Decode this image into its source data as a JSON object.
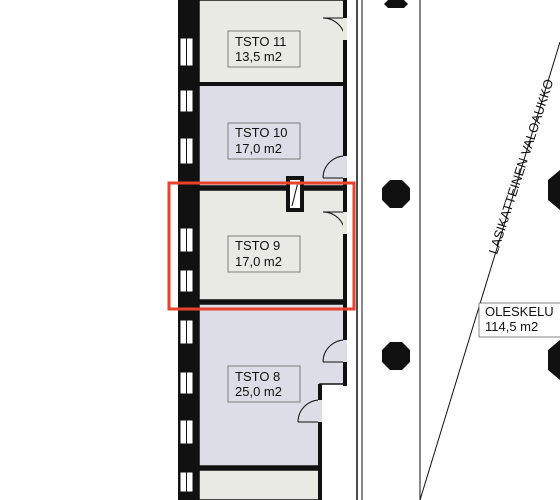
{
  "rooms": [
    {
      "id": "tsto11",
      "name": "TSTO 11",
      "area": "13,5 m2",
      "fill": "#e9eae3"
    },
    {
      "id": "tsto10",
      "name": "TSTO 10",
      "area": "17,0 m2",
      "fill": "#dcdde6"
    },
    {
      "id": "tsto9",
      "name": "TSTO 9",
      "area": "17,0 m2",
      "fill": "#e9eae3"
    },
    {
      "id": "tsto8",
      "name": "TSTO 8",
      "area": "25,0 m2",
      "fill": "#dcdde6"
    }
  ],
  "lounge": {
    "name": "OLESKELU",
    "area": "114,5 m2"
  },
  "skylight_label": "LASIKATTEINEN VALOAUKKO",
  "colors": {
    "wall": "#111111",
    "selection": "#e8412c",
    "room_grey": "#e9eae3",
    "room_blue": "#dcdde6"
  },
  "selected_room": "tsto9"
}
